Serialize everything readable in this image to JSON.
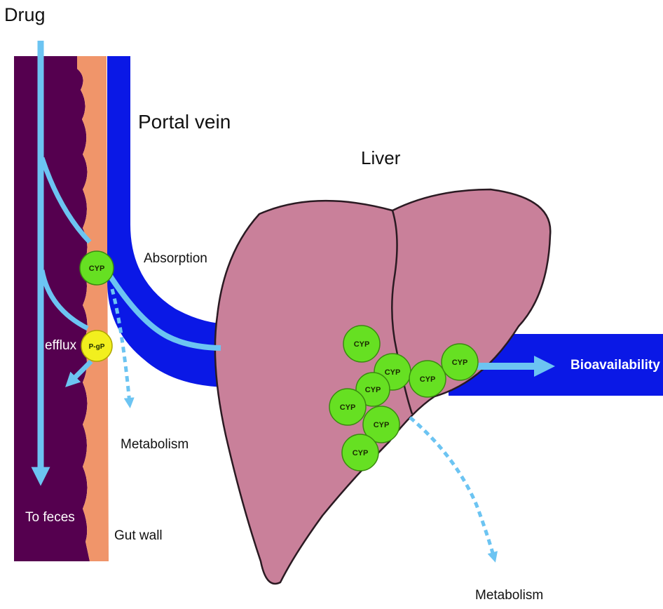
{
  "labels": {
    "drug": "Drug",
    "portal_vein": "Portal vein",
    "liver": "Liver",
    "absorption": "Absorption",
    "efflux": "efflux",
    "to_feces": "To feces",
    "metabolism_gut": "Metabolism",
    "gut_wall": "Gut wall",
    "metabolism_liver": "Metabolism",
    "bioavailability": "Bioavailability"
  },
  "enzymes": {
    "cyp": "CYP",
    "pgp": "P-gP"
  },
  "colors": {
    "lumen": "#55004f",
    "gut_wall": "#f0956a",
    "portal_vein": "#0a18e6",
    "drug_flow": "#6cc4f2",
    "liver": "#c9809a",
    "cyp": "#66e022",
    "pgp": "#f2ef1e"
  }
}
